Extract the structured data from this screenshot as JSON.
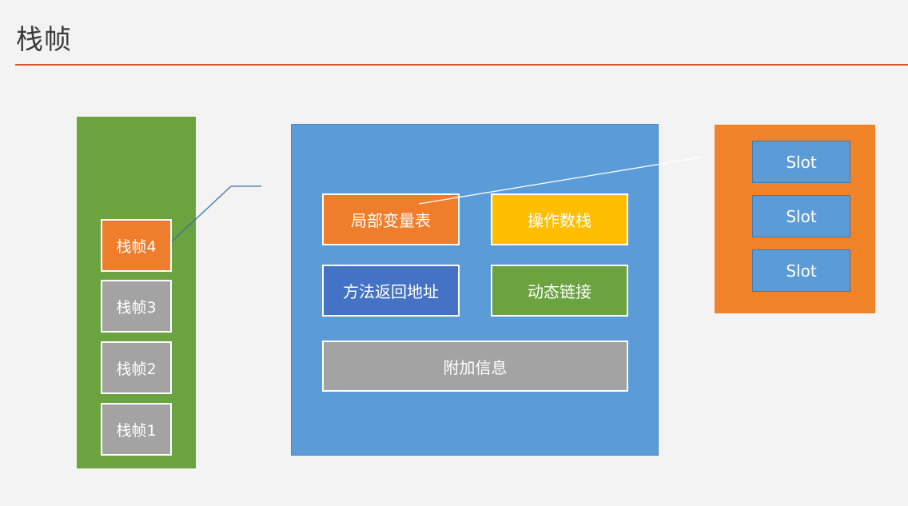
{
  "title": "栈帧",
  "stack": {
    "frames": [
      "栈帧4",
      "栈帧3",
      "栈帧2",
      "栈帧1"
    ]
  },
  "frame_detail": {
    "local_vars": "局部变量表",
    "operand_stack": "操作数栈",
    "return_address": "方法返回地址",
    "dynamic_linking": "动态链接",
    "extra_info": "附加信息"
  },
  "slots": [
    "Slot",
    "Slot",
    "Slot"
  ],
  "colors": {
    "accent_rule": "#d9542b",
    "stack_green": "#6aa33f",
    "panel_blue": "#5a9bd8",
    "active_orange": "#f07d2c",
    "yellow": "#ffbf00",
    "dark_blue": "#4472c4",
    "green": "#6aa33f",
    "grey": "#a3a3a3"
  }
}
